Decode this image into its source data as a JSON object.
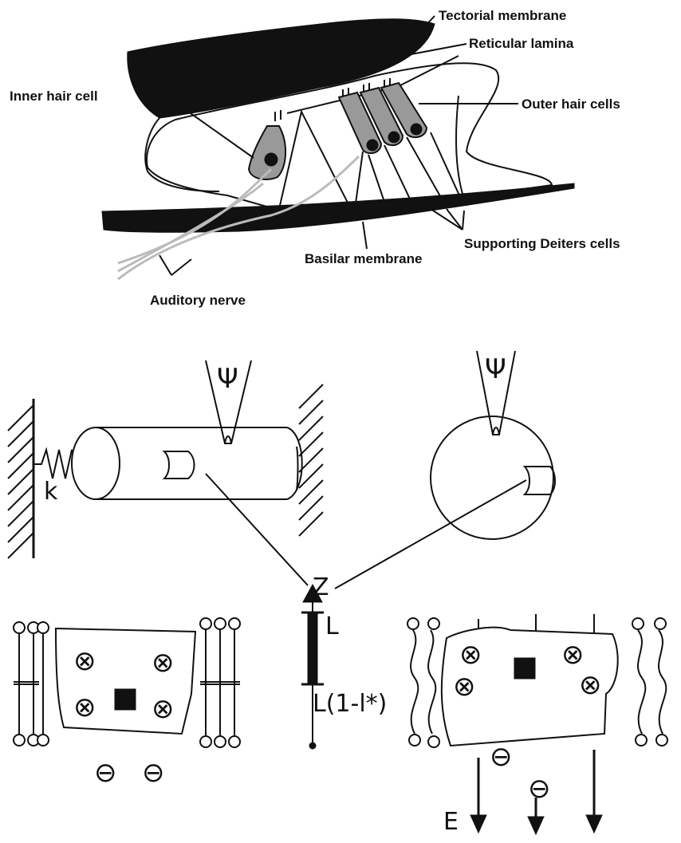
{
  "anatomy": {
    "labels": {
      "tectorial_membrane": "Tectorial membrane",
      "reticular_lamina": "Reticular lamina",
      "inner_hair_cell": "Inner hair cell",
      "outer_hair_cells": "Outer hair cells",
      "supporting_deiters_cells": "Supporting Deiters cells",
      "basilar_membrane": "Basilar membrane",
      "auditory_nerve": "Auditory nerve"
    }
  },
  "model": {
    "psi_left": "Ψ",
    "psi_right": "Ψ",
    "spring_constant": "k",
    "z_label": "Z",
    "L_label": "L",
    "L_ratio_label": "L(1-l*)",
    "field_label": "E",
    "charge_symbol": "⊖",
    "cross_symbol": "⊗"
  }
}
